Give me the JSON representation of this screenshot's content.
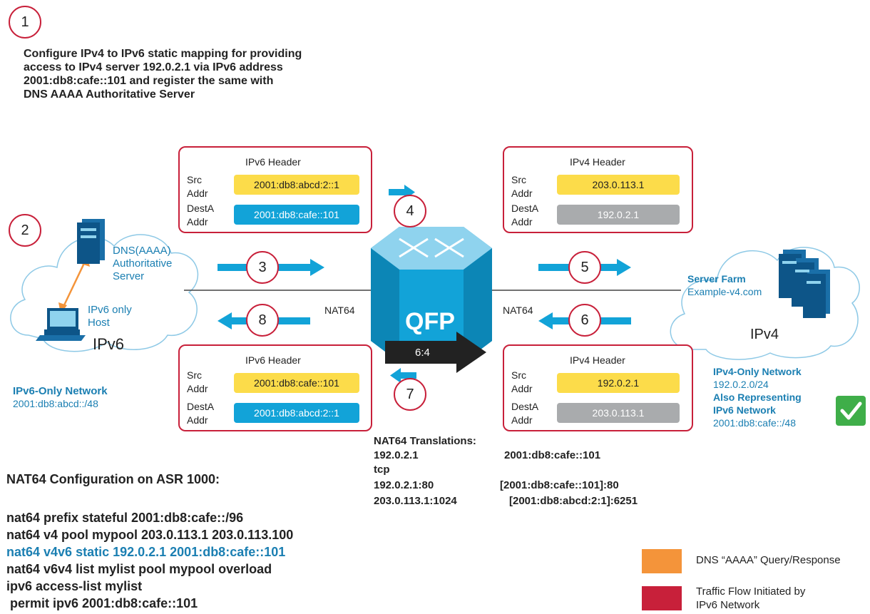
{
  "steps": {
    "s1": "1",
    "s2": "2",
    "s3": "3",
    "s4": "4",
    "s5": "5",
    "s6": "6",
    "s7": "7",
    "s8": "8"
  },
  "intro_lines": [
    "Configure IPv4 to IPv6 static mapping for providing",
    "access to IPv4 server 192.0.2.1 via IPv6 address",
    "2001:db8:cafe::101 and register the same with",
    "DNS AAAA Authoritative Server"
  ],
  "header_boxes": {
    "top_left": {
      "title": "IPv6 Header",
      "src_label": [
        "Src",
        "Addr"
      ],
      "src_value": "2001:db8:abcd:2::1",
      "dest_label": [
        "DestA",
        "Addr"
      ],
      "dest_value": "2001:db8:cafe::101"
    },
    "top_right": {
      "title": "IPv4 Header",
      "src_label": [
        "Src",
        "Addr"
      ],
      "src_value": "203.0.113.1",
      "dest_label": [
        "DestA",
        "Addr"
      ],
      "dest_value": "192.0.2.1"
    },
    "bottom_left": {
      "title": "IPv6 Header",
      "src_label": [
        "Src",
        "Addr"
      ],
      "src_value": "2001:db8:cafe::101",
      "dest_label": [
        "DestA",
        "Addr"
      ],
      "dest_value": "2001:db8:abcd:2::1"
    },
    "bottom_right": {
      "title": "IPv4 Header",
      "src_label": [
        "Src",
        "Addr"
      ],
      "src_value": "192.0.2.1",
      "dest_label": [
        "DestA",
        "Addr"
      ],
      "dest_value": "203.0.113.1"
    }
  },
  "left_cloud": {
    "dns_lines": [
      "DNS(AAAA)",
      "Authoritative",
      "Server"
    ],
    "host_lines": [
      "IPv6 only",
      "Host"
    ],
    "network_label": "IPv6"
  },
  "right_cloud": {
    "farm_title": "Server Farm",
    "farm_domain": "Example-v4.com",
    "network_label": "IPv4"
  },
  "router": {
    "label": "QFP",
    "arrow_label": "6:4",
    "nat_left": "NAT64",
    "nat_right": "NAT64"
  },
  "ipv6_network": {
    "title": "IPv6-Only Network",
    "prefix": "2001:db8:abcd::/48"
  },
  "ipv4_network": {
    "title": "IPv4-Only Network",
    "prefix": "192.0.2.0/24",
    "also_line1": "Also Representing",
    "also_line2": "IPv6 Network",
    "also_prefix": "2001:db8:cafe::/48"
  },
  "translations": {
    "title": "NAT64 Translations:",
    "rows": [
      {
        "left": "192.0.2.1",
        "right": "2001:db8:cafe::101"
      },
      {
        "left": "tcp",
        "right": ""
      },
      {
        "left": "192.0.2.1:80",
        "right": "[2001:db8:cafe::101]:80"
      },
      {
        "left": "203.0.113.1:1024",
        "right": "[2001:db8:abcd:2:1]:6251"
      }
    ]
  },
  "config": {
    "title": "NAT64 Configuration on ASR 1000:",
    "lines": [
      "nat64 prefix stateful 2001:db8:cafe::/96",
      "nat64 v4 pool mypool 203.0.113.1 203.0.113.100",
      "nat64 v4v6 static 192.0.2.1 2001:db8:cafe::101",
      "nat64 v6v4 list mylist pool mypool overload",
      "ipv6 access-list mylist",
      " permit ipv6 2001:db8:cafe::101"
    ]
  },
  "legend": [
    {
      "label": "DNS “AAAA” Query/Response",
      "color": "#f4943a"
    },
    {
      "label": "Traffic Flow Initiated by",
      "label2": "IPv6 Network",
      "color": "#c8203a"
    }
  ],
  "colors": {
    "accent_red": "#c8203a",
    "arrow_blue": "#12a3d8",
    "text_teal": "#1b7fb2",
    "check_green": "#3fae49"
  }
}
